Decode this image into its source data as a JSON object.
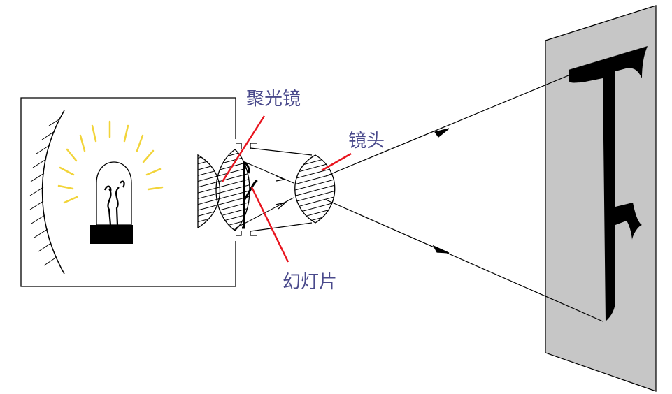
{
  "labels": {
    "condenser": "聚光镜",
    "lens": "镜头",
    "slide": "幻灯片"
  },
  "colors": {
    "label_text": "#4A4A8C",
    "pointer_line": "#E8141E",
    "bulb_glow": "#F2D43A",
    "screen_fill": "#C6C6C6",
    "line": "#000000"
  }
}
